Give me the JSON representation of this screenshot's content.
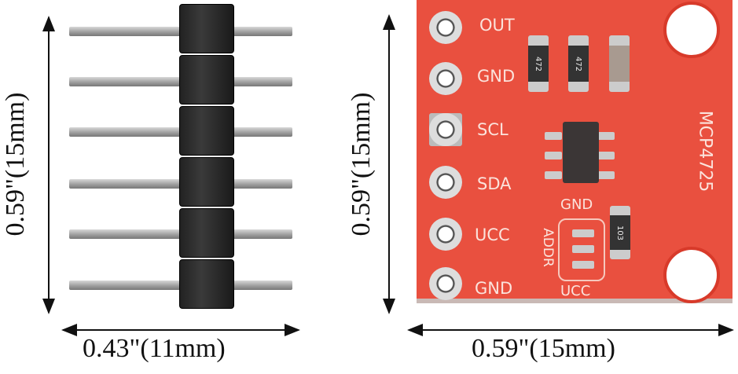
{
  "pin_header": {
    "height_label": "0.59\"(15mm)",
    "width_label": "0.43\"(11mm)"
  },
  "module": {
    "height_label": "0.59\"(15mm)",
    "width_label": "0.59\"(15mm)",
    "board_name": "MCP4725",
    "pin_labels": [
      "OUT",
      "GND",
      "SCL",
      "SDA",
      "UCC",
      "GND"
    ],
    "resistor_codes": [
      "472",
      "472",
      "103"
    ],
    "addr_label": "ADDR",
    "addr_gnd": "GND",
    "addr_vcc": "UCC"
  }
}
